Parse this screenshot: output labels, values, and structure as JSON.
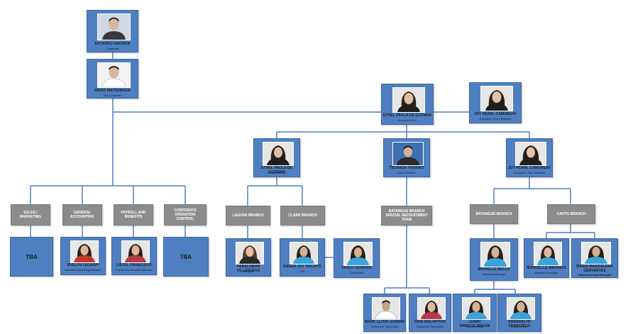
{
  "colors": {
    "card": "#4f7fc1",
    "grey_box": "#8c8c8c",
    "line": "#4f7fc1"
  },
  "people": {
    "chairman": {
      "name": "KIYOHIKO HACHIYA",
      "title": "Chairman"
    },
    "vice_chairman": {
      "name": "HISAO MATSUNAGA",
      "title": "Vice Chairman"
    },
    "president": {
      "name": "ETHEL PAULA DE GUZMAN",
      "title": "President/CEO"
    },
    "evp": {
      "name": "JOY PEARL CAMUNGAY",
      "title": "Executive Vice President"
    },
    "president_2": {
      "name": "ETHEL PAULA DE GUZMAN",
      "title": "President/CEO"
    },
    "vp": {
      "name": "TSUBASA YASHIRO",
      "title": "Vice President"
    },
    "evp_2": {
      "name": "JOY PEARL CAMUNGAY",
      "title": "Executive Vice President"
    },
    "gen_acct": {
      "name": "EVELYN LEGASPI",
      "title": "General Accounting Manager"
    },
    "payroll": {
      "name": "LIEZEL FRANCISCO",
      "title": "Payroll and Benefits Manager"
    },
    "laguna_mgr": {
      "name": "PARALUMAN VILLANUEVA",
      "title": "Manager"
    },
    "clark_oic": {
      "name": "KAREN JOY DACAYO",
      "title": "OIC"
    },
    "consultant": {
      "name": "CHADY DOSONO",
      "title": "Consultant"
    },
    "batangas_am": {
      "name": "MICHELLE BELLO",
      "title": "Assistant Manager"
    },
    "cavite_am": {
      "name": "MARIZELLE MIRANDA",
      "title": "Assistant Manager"
    },
    "cavite_oam": {
      "name": "MARIA MAGDALENA CERVANTES",
      "title": "Onsite Account Manager"
    },
    "outsource_1": {
      "name": "MARK LLYOD GORDIN",
      "title": "Outsource Supervisor"
    },
    "outsource_2": {
      "name": "DINA MALAPITAN",
      "title": "Outsource Supervisor"
    },
    "admin_leader": {
      "name": "LENNY DIMACULANGAN",
      "title": "Admin Leader"
    },
    "onsite_leader": {
      "name": "SHERNALYN FRANCISCO",
      "title": "Onsite Leader"
    }
  },
  "departments": {
    "sales": "SALES / MARKETING",
    "general_accounting": "GENERAL ACCOUNTING",
    "payroll": "PAYROLL AND BENEFITS",
    "corporate": "CORPORATE OPERATION CONTROL",
    "laguna": "LAGUNA BRANCH",
    "clark": "CLARK BRANCH",
    "batangas_special": "BATANGAS BRANCH SPECIAL RECRUITMENT TEAM",
    "batangas": "BATANGAS BRANCH",
    "cavite": "CAVITE BRANCH"
  },
  "tba_label": "TBA"
}
